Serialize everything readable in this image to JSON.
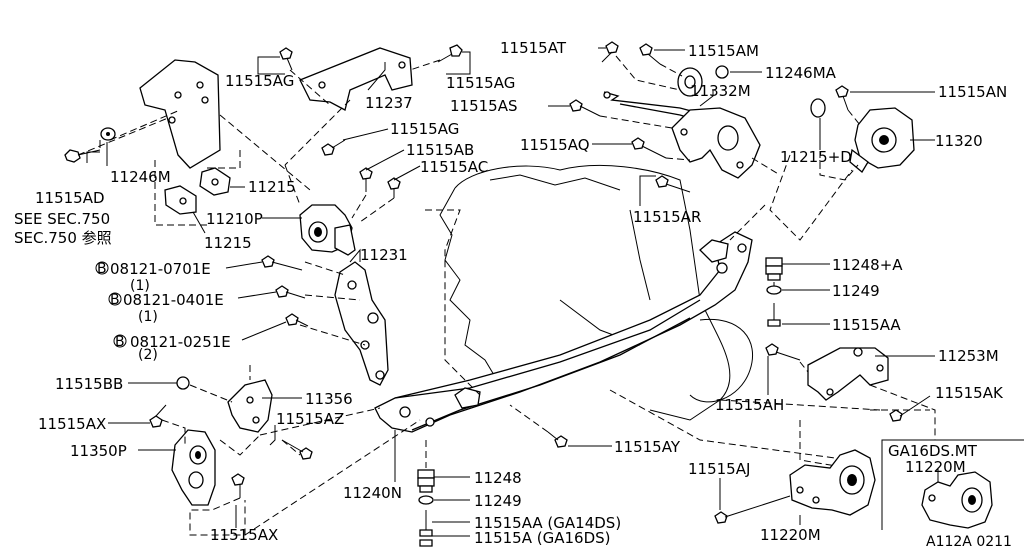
{
  "labels": {
    "p11515AG_a": "11515AG",
    "p11515AG_b": "11515AG",
    "p11515AG_c": "11515AG",
    "p11237": "11237",
    "p11515AT": "11515AT",
    "p11515AM": "11515AM",
    "p11246MA": "11246MA",
    "p11515AS": "11515AS",
    "p11332M": "11332M",
    "p11515AN": "11515AN",
    "p11320": "11320",
    "p11215D": "11215+D",
    "p11515AQ": "11515AQ",
    "p11515AB": "11515AB",
    "p11515AC": "11515AC",
    "p11246M": "11246M",
    "p11515AD": "11515AD",
    "see_sec": "SEE SEC.750",
    "sec_ref": "SEC.750 参照",
    "p11215_a": "11215",
    "p11215_b": "11215",
    "p11210P": "11210P",
    "p11515AR": "11515AR",
    "p11231": "11231",
    "bolt1": "08121-0701E",
    "bolt1_qty": "(1)",
    "bolt2": "08121-0401E",
    "bolt2_qty": "(1)",
    "bolt3": "08121-0251E",
    "bolt3_qty": "(2)",
    "bolt_marker": "B",
    "p11248A": "11248+A",
    "p11249_a": "11249",
    "p11515AA_a": "11515AA",
    "p11253M": "11253M",
    "p11515BB": "11515BB",
    "p11356": "11356",
    "p11515AH": "11515AH",
    "p11515AK": "11515AK",
    "p11515AX_a": "11515AX",
    "p11515AZ": "11515AZ",
    "p11350P": "11350P",
    "p11515AY": "11515AY",
    "ga16ds_mt": "GA16DS.MT",
    "p11220M_a": "11220M",
    "p11515AJ": "11515AJ",
    "p11248": "11248",
    "p11240N": "11240N",
    "p11249_b": "11249",
    "p11220M_b": "11220M",
    "p11515AX_b": "11515AX",
    "p11515AA_b": "11515AA (GA14DS)",
    "p11515A": "11515A  (GA16DS)",
    "figure_code": "A112A 0211"
  }
}
